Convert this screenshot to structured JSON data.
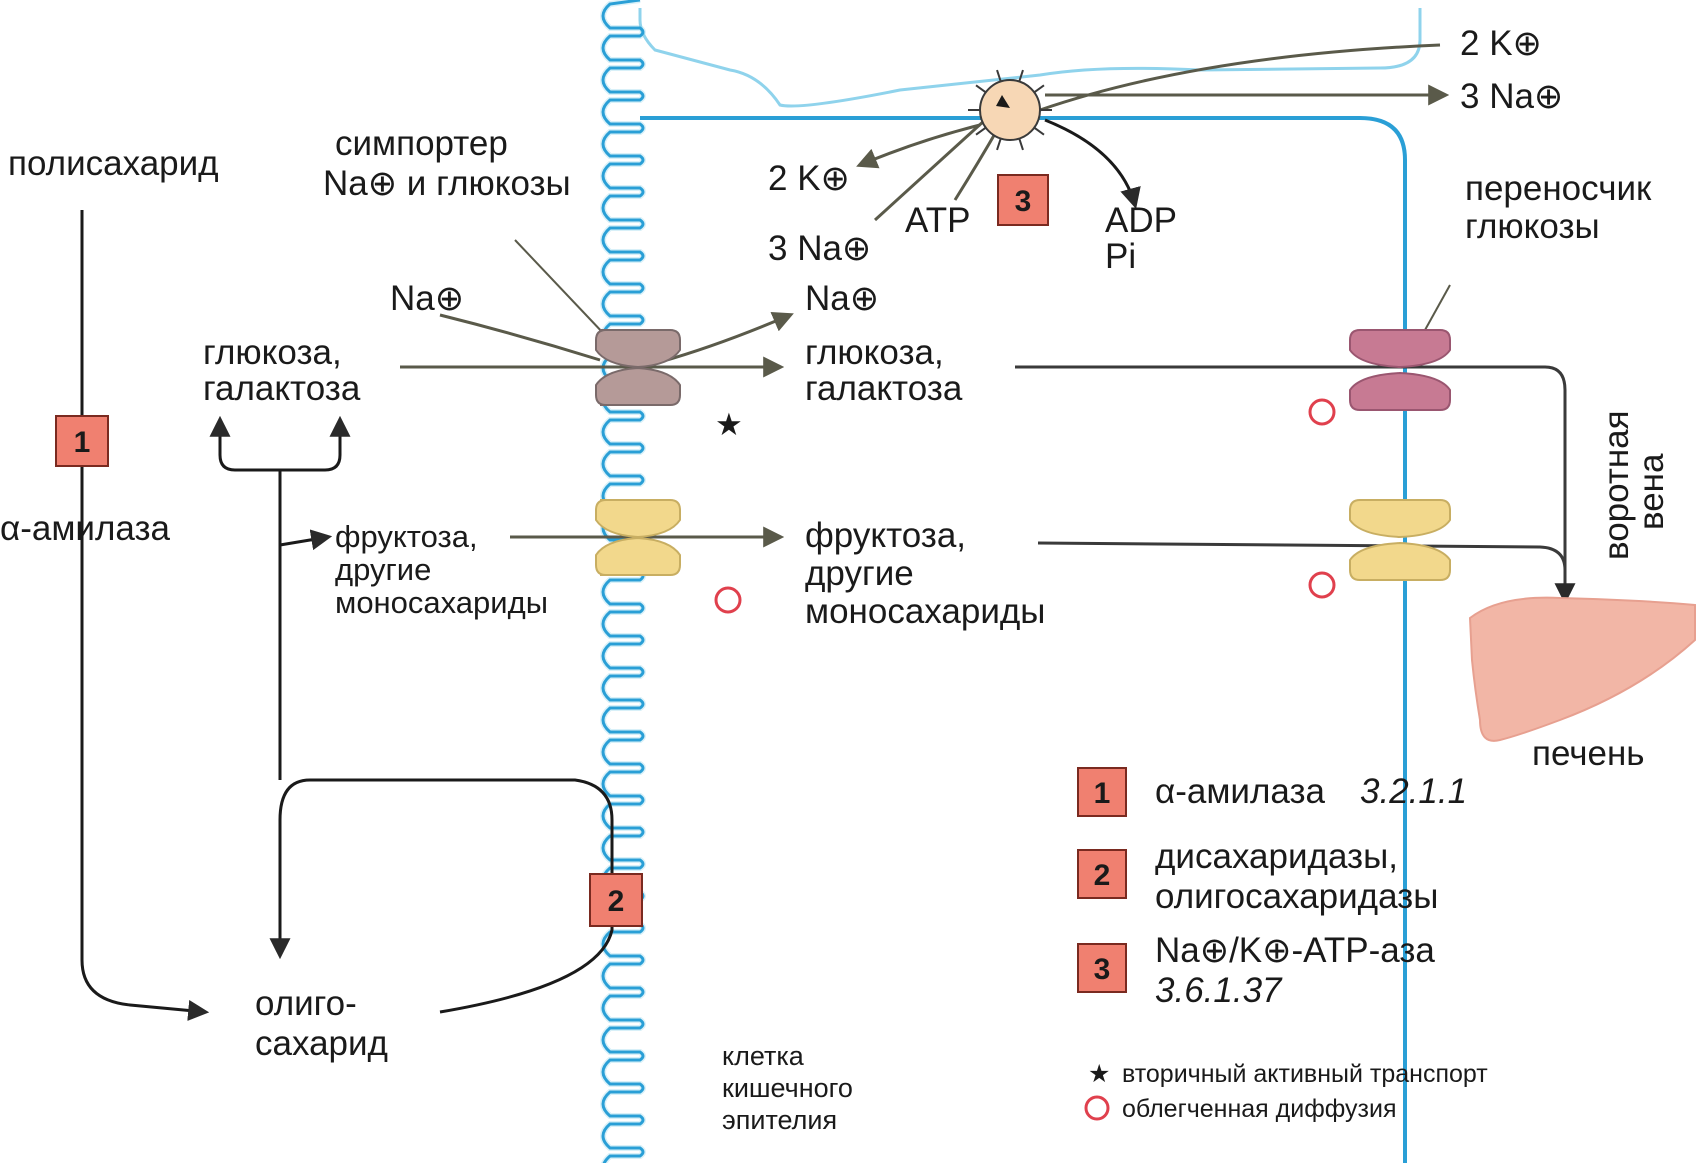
{
  "colors": {
    "membrane": "#2a9fd6",
    "membrane_light": "#8fd3ec",
    "enzyme_box": "#f08070",
    "enzyme_border": "#7a2a20",
    "symporter": "#b59a98",
    "glucose_transporter": "#c77a93",
    "fructose_transporter": "#f2d88c",
    "pump": "#f7d7b5",
    "liver": "#f2b6a6",
    "diffusion_circle": "#e0404d",
    "arrow": "#3a3a3a"
  },
  "labels": {
    "polysaccharide": "полисахарид",
    "amylase": "α-амилаза",
    "symporter_line1": "симпортер",
    "symporter_line2": "Na⊕ и глюкозы",
    "na_outside": "Na⊕",
    "na_inside": "Na⊕",
    "glucose_outside_1": "глюкоза,",
    "glucose_outside_2": "галактоза",
    "glucose_inside_1": "глюкоза,",
    "glucose_inside_2": "галактоза",
    "fructose_outside_1": "фруктоза,",
    "fructose_outside_2": "другие",
    "fructose_outside_3": "моносахариды",
    "fructose_inside_1": "фруктоза,",
    "fructose_inside_2": "другие",
    "fructose_inside_3": "моносахариды",
    "oligo_1": "олиго-",
    "oligo_2": "сахарид",
    "cell_1": "клетка",
    "cell_2": "кишечного",
    "cell_3": "эпителия",
    "k2_in": "2 K⊕",
    "na3_in": "3 Na⊕",
    "atp": "ATP",
    "adp": "ADP",
    "pi": "Pi",
    "k2_out": "2 K⊕",
    "na3_out": "3 Na⊕",
    "glucose_carrier_1": "переносчик",
    "glucose_carrier_2": "глюкозы",
    "portal_vein_1": "воротная",
    "portal_vein_2": "вена",
    "liver": "печень",
    "star": "★"
  },
  "enzyme_boxes": [
    "1",
    "2",
    "3"
  ],
  "legend": {
    "items": [
      {
        "num": "1",
        "text": "α-амилаза",
        "code": "3.2.1.1"
      },
      {
        "num": "2",
        "text": "дисахаридазы,",
        "text2": "олигосахаридазы"
      },
      {
        "num": "3",
        "text": "Na⊕/K⊕-ATP-аза",
        "code": "3.6.1.37"
      }
    ],
    "secondary_active": "вторичный активный транспорт",
    "facilitated": "облегченная диффузия",
    "star": "★"
  }
}
